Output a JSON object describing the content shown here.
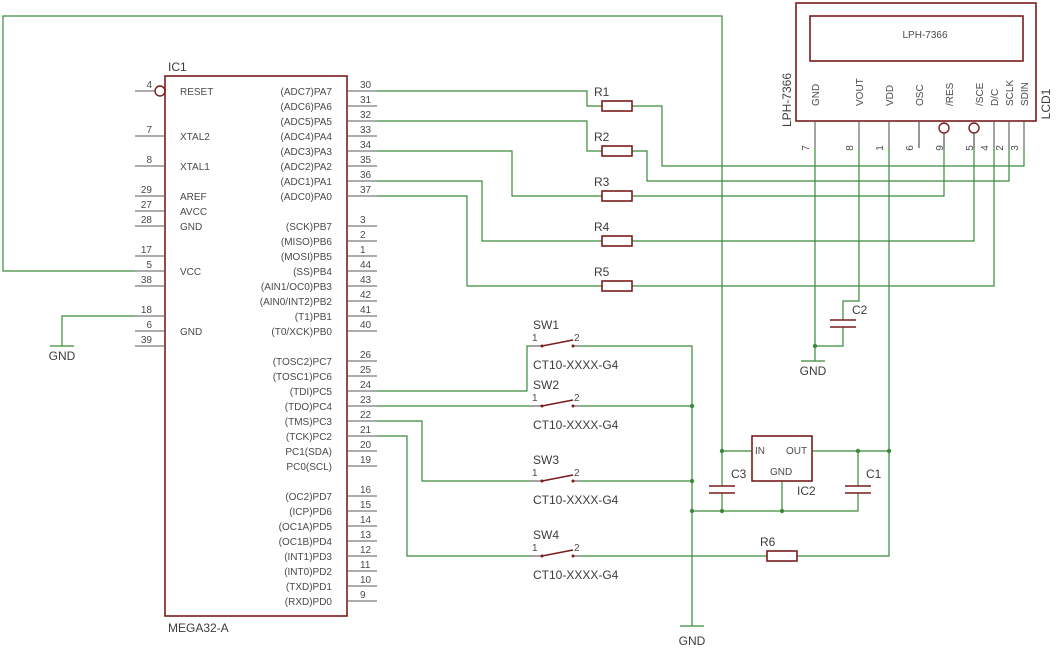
{
  "ic1": {
    "name": "IC1",
    "value": "MEGA32-A",
    "left_pins": [
      {
        "num": "4",
        "label": "RESET"
      },
      {
        "num": "7",
        "label": "XTAL2"
      },
      {
        "num": "8",
        "label": "XTAL1"
      },
      {
        "num": "29",
        "label": "AREF"
      },
      {
        "num": "27",
        "label": "AVCC"
      },
      {
        "num": "28",
        "label": "GND"
      },
      {
        "num": "17",
        "label": ""
      },
      {
        "num": "5",
        "label": "VCC"
      },
      {
        "num": "38",
        "label": ""
      },
      {
        "num": "18",
        "label": ""
      },
      {
        "num": "6",
        "label": "GND"
      },
      {
        "num": "39",
        "label": ""
      }
    ],
    "right_pins": [
      {
        "num": "30",
        "label": "(ADC7)PA7"
      },
      {
        "num": "31",
        "label": "(ADC6)PA6"
      },
      {
        "num": "32",
        "label": "(ADC5)PA5"
      },
      {
        "num": "33",
        "label": "(ADC4)PA4"
      },
      {
        "num": "34",
        "label": "(ADC3)PA3"
      },
      {
        "num": "35",
        "label": "(ADC2)PA2"
      },
      {
        "num": "36",
        "label": "(ADC1)PA1"
      },
      {
        "num": "37",
        "label": "(ADC0)PA0"
      },
      {
        "num": "3",
        "label": "(SCK)PB7"
      },
      {
        "num": "2",
        "label": "(MISO)PB6"
      },
      {
        "num": "1",
        "label": "(MOSI)PB5"
      },
      {
        "num": "44",
        "label": "(SS)PB4"
      },
      {
        "num": "43",
        "label": "(AIN1/OC0)PB3"
      },
      {
        "num": "42",
        "label": "(AIN0/INT2)PB2"
      },
      {
        "num": "41",
        "label": "(T1)PB1"
      },
      {
        "num": "40",
        "label": "(T0/XCK)PB0"
      },
      {
        "num": "26",
        "label": "(TOSC2)PC7"
      },
      {
        "num": "25",
        "label": "(TOSC1)PC6"
      },
      {
        "num": "24",
        "label": "(TDI)PC5"
      },
      {
        "num": "23",
        "label": "(TDO)PC4"
      },
      {
        "num": "22",
        "label": "(TMS)PC3"
      },
      {
        "num": "21",
        "label": "(TCK)PC2"
      },
      {
        "num": "20",
        "label": "PC1(SDA)"
      },
      {
        "num": "19",
        "label": "PC0(SCL)"
      },
      {
        "num": "16",
        "label": "(OC2)PD7"
      },
      {
        "num": "15",
        "label": "(ICP)PD6"
      },
      {
        "num": "14",
        "label": "(OC1A)PD5"
      },
      {
        "num": "13",
        "label": "(OC1B)PD4"
      },
      {
        "num": "12",
        "label": "(INT1)PD3"
      },
      {
        "num": "11",
        "label": "(INT0)PD2"
      },
      {
        "num": "10",
        "label": "(TXD)PD1"
      },
      {
        "num": "9",
        "label": "(RXD)PD0"
      }
    ]
  },
  "lcd": {
    "name": "LCD1",
    "value": "LPH-7366",
    "screen_text": "LPH-7366",
    "pins": [
      {
        "label": "GND",
        "num": "7"
      },
      {
        "label": "VOUT",
        "num": "8"
      },
      {
        "label": "VDD",
        "num": "1"
      },
      {
        "label": "OSC",
        "num": "6"
      },
      {
        "label": "/RES",
        "num": "9"
      },
      {
        "label": "/SCE",
        "num": "5"
      },
      {
        "label": "D/C",
        "num": "4"
      },
      {
        "label": "SCLK",
        "num": "2"
      },
      {
        "label": "SDIN",
        "num": "3"
      }
    ]
  },
  "resistors": [
    "R1",
    "R2",
    "R3",
    "R4",
    "R5",
    "R6"
  ],
  "capacitors": [
    "C1",
    "C2",
    "C3"
  ],
  "switches": [
    {
      "name": "SW1",
      "value": "CT10-XXXX-G4"
    },
    {
      "name": "SW2",
      "value": "CT10-XXXX-G4"
    },
    {
      "name": "SW3",
      "value": "CT10-XXXX-G4"
    },
    {
      "name": "SW4",
      "value": "CT10-XXXX-G4"
    }
  ],
  "switch_pin_labels": [
    "1",
    "2"
  ],
  "regulator": {
    "name": "IC2",
    "in": "IN",
    "out": "OUT",
    "gnd": "GND"
  },
  "gnd_label": "GND",
  "colors": {
    "wire": "#3a8a3a",
    "component": "#7a1c1c",
    "pin": "#5a5a5a",
    "text": "#4a4a4a"
  }
}
